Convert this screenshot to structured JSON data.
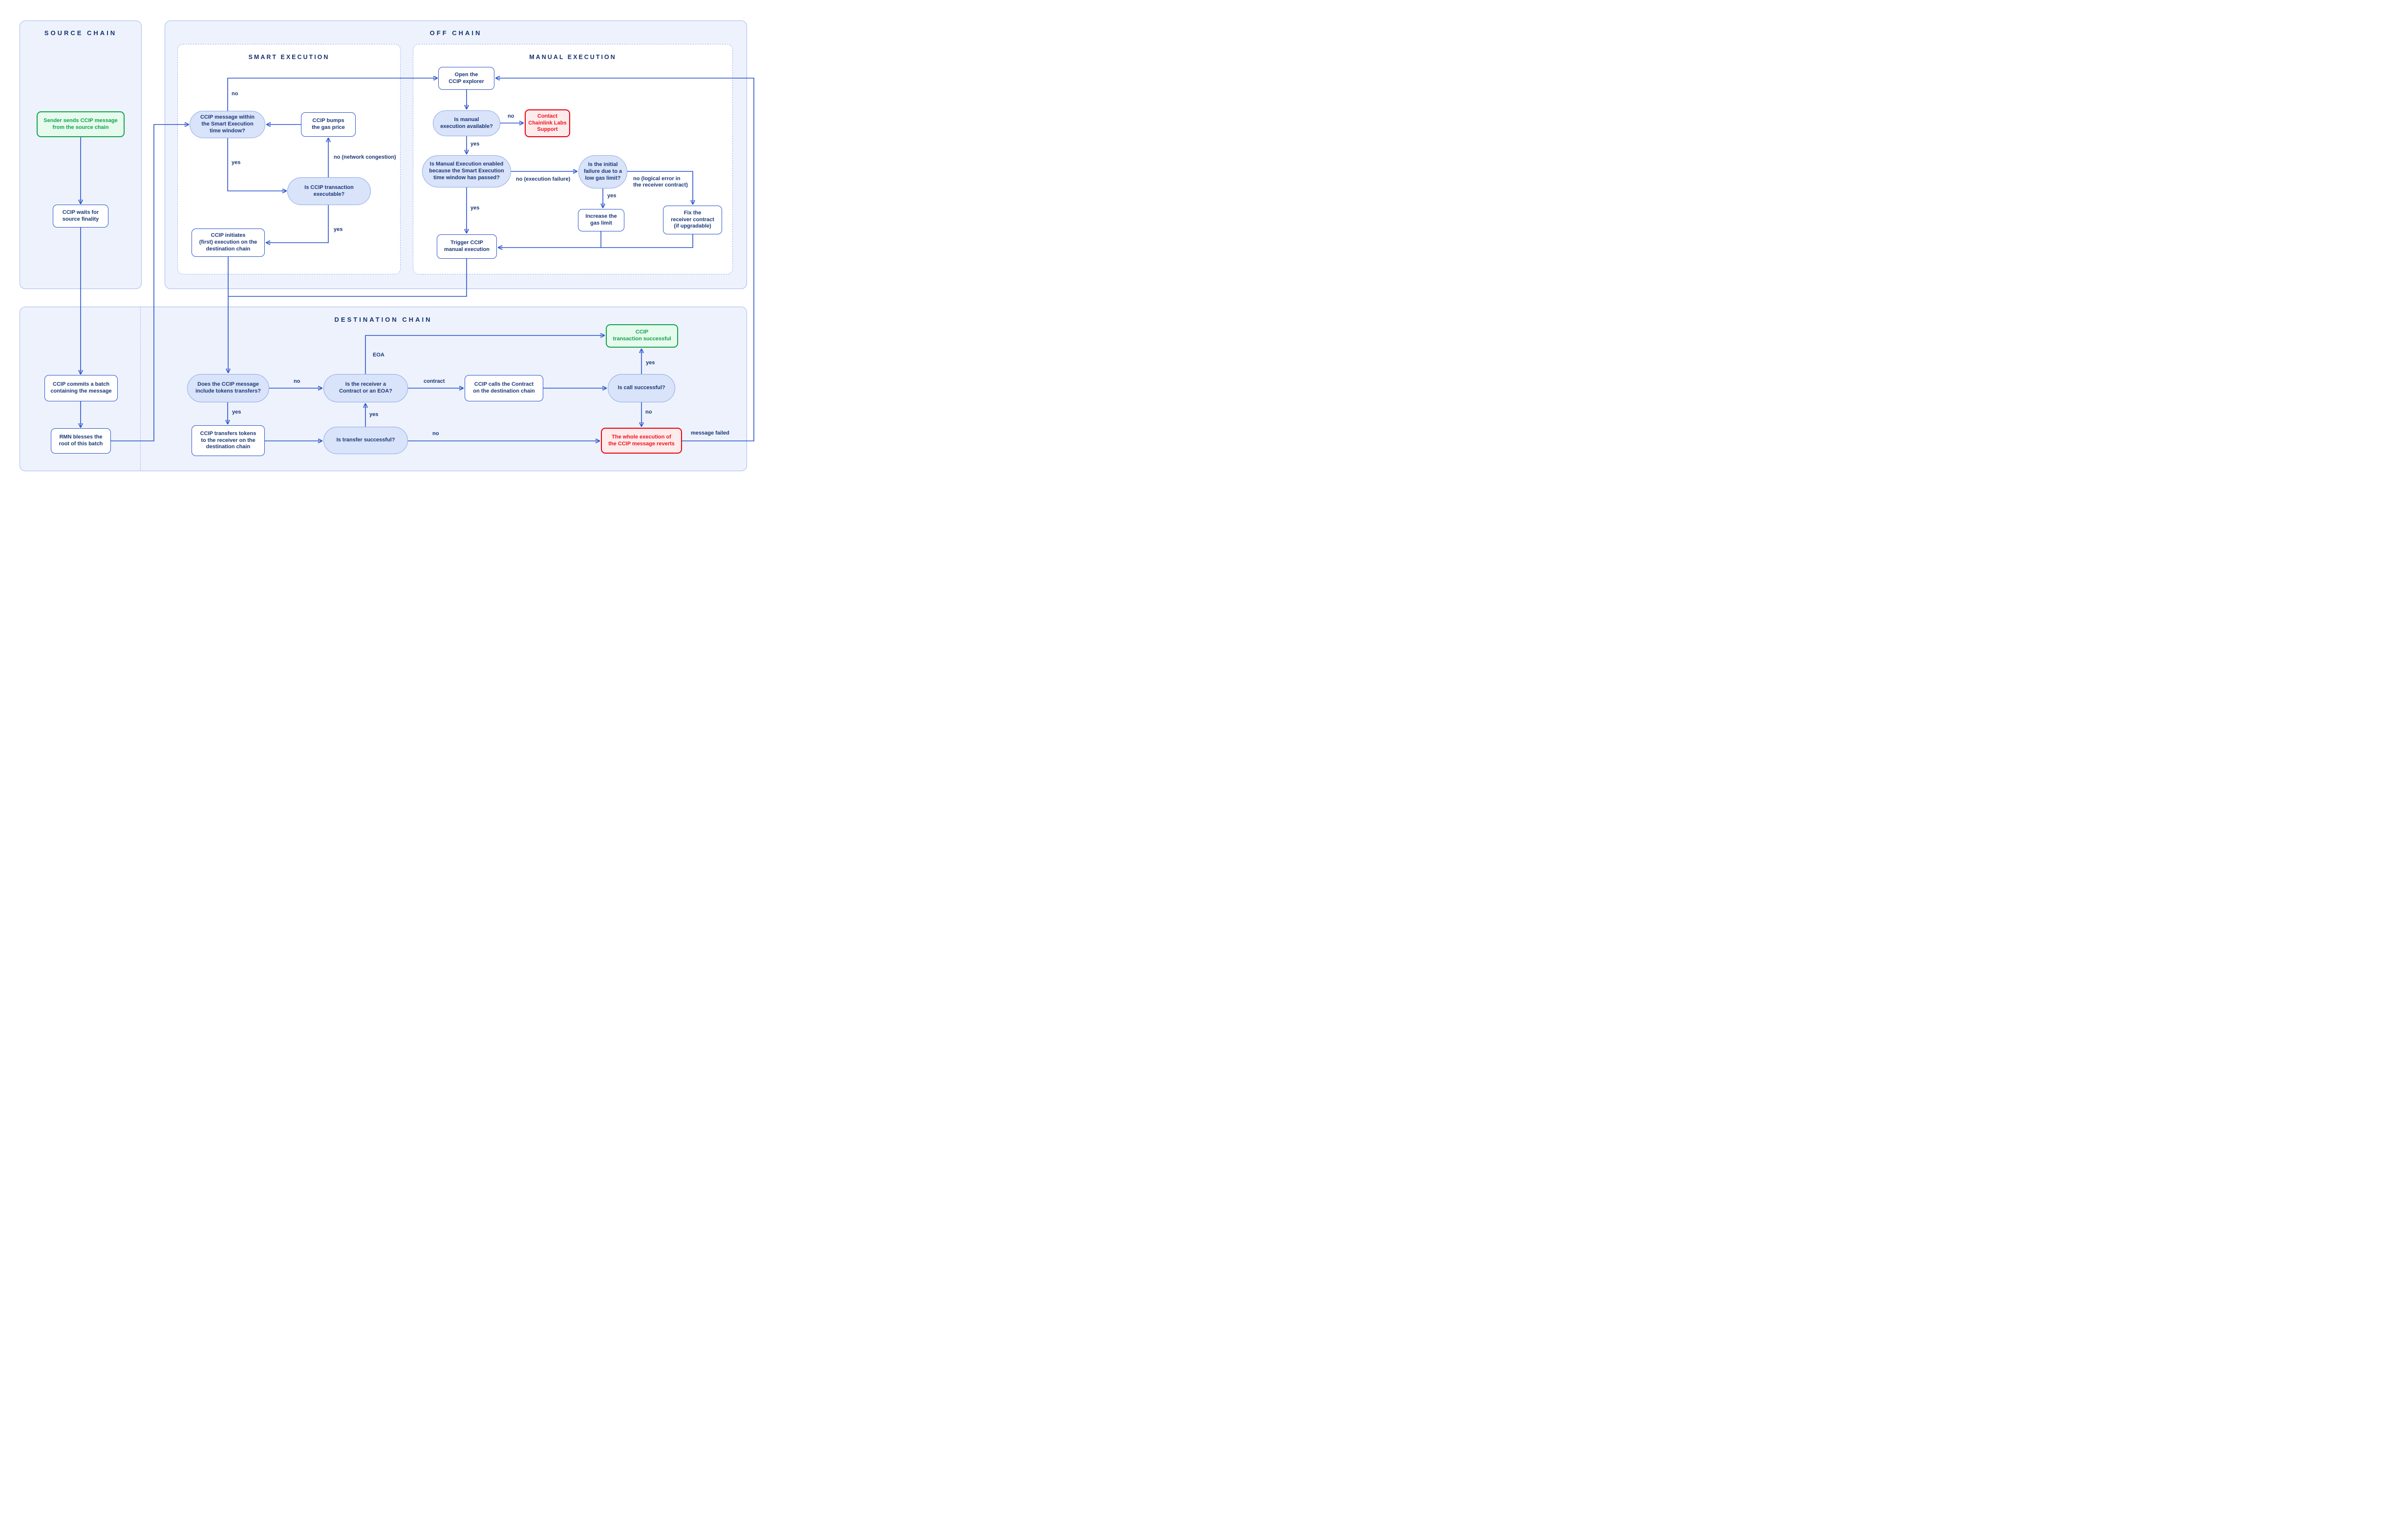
{
  "colors": {
    "line": "#2a52cb",
    "panel_fill": "#edf2fd",
    "panel_border": "#a6b8ee",
    "title_text": "#16316d",
    "node_border": "#2a52cb",
    "node_text": "#1b3877",
    "decision_fill": "#d9e3f9",
    "decision_border": "#8ea8e8",
    "success_fill": "#e6fbee",
    "success_border": "#13a24a",
    "error_fill": "#fdeceb",
    "error_border": "#e8000f"
  },
  "panels": {
    "source_chain": {
      "title": "SOURCE CHAIN"
    },
    "off_chain": {
      "title": "OFF CHAIN"
    },
    "smart_execution": {
      "title": "SMART EXECUTION"
    },
    "manual_execution": {
      "title": "MANUAL EXECUTION"
    },
    "destination_chain": {
      "title": "DESTINATION CHAIN"
    }
  },
  "nodes": {
    "sender": {
      "text": "Sender sends CCIP message\nfrom the source chain"
    },
    "waits": {
      "text": "CCIP waits for\nsource finality"
    },
    "commits": {
      "text": "CCIP commits a batch\ncontaining the message"
    },
    "rmn": {
      "text": "RMN blesses the\nroot of this batch"
    },
    "msg_window": {
      "text": "CCIP message within\nthe Smart Execution\ntime window?"
    },
    "bumps": {
      "text": "CCIP bumps\nthe gas price"
    },
    "executable": {
      "text": "Is CCIP transaction\nexecutable?"
    },
    "initiates": {
      "text": "CCIP initiates\n(first) execution on the\ndestination chain"
    },
    "open_explorer": {
      "text": "Open the\nCCIP explorer"
    },
    "manual_available": {
      "text": "Is manual\nexecution available?"
    },
    "contact_support": {
      "text": "Contact\nChainlink Labs\nSupport"
    },
    "manual_enabled": {
      "text": "Is Manual Execution enabled\nbecause the Smart Execution\ntime window has passed?"
    },
    "initial_failure": {
      "text": "Is the initial\nfailure due to a\nlow gas limit?"
    },
    "increase_gas": {
      "text": "Increase the\ngas limit"
    },
    "fix_receiver": {
      "text": "Fix the\nreceiver contract\n(if upgradable)"
    },
    "trigger_manual": {
      "text": "Trigger CCIP\nmanual execution"
    },
    "tokens_q": {
      "text": "Does the CCIP message\ninclude tokens transfers?"
    },
    "receiver_q": {
      "text": "Is the receiver a\nContract or an EOA?"
    },
    "calls_contract": {
      "text": "CCIP calls the Contract\non the destination chain"
    },
    "call_success_q": {
      "text": "Is call successful?"
    },
    "tx_success": {
      "text": "CCIP\ntransaction successful"
    },
    "transfers_tokens": {
      "text": "CCIP transfers tokens\nto the receiver on the\ndestination chain"
    },
    "transfer_success_q": {
      "text": "Is transfer successful?"
    },
    "reverts": {
      "text": "The whole execution of\nthe CCIP message reverts"
    }
  },
  "edge_labels": {
    "no_window": "no",
    "yes_window": "yes",
    "network_congestion": "no (network congestion)",
    "yes_executable": "yes",
    "no_manual_available": "no",
    "yes_manual_available": "yes",
    "execution_failure": "no (execution failure)",
    "yes_low_gas": "yes",
    "logical_error": "no (logical error in\nthe receiver contract)",
    "yes_manual_enabled": "yes",
    "no_tokens": "no",
    "eoa": "EOA",
    "contract_label": "contract",
    "yes_call": "yes",
    "no_call": "no",
    "yes_tokens": "yes",
    "yes_transfer": "yes",
    "no_transfer": "no",
    "message_failed": "message failed"
  }
}
